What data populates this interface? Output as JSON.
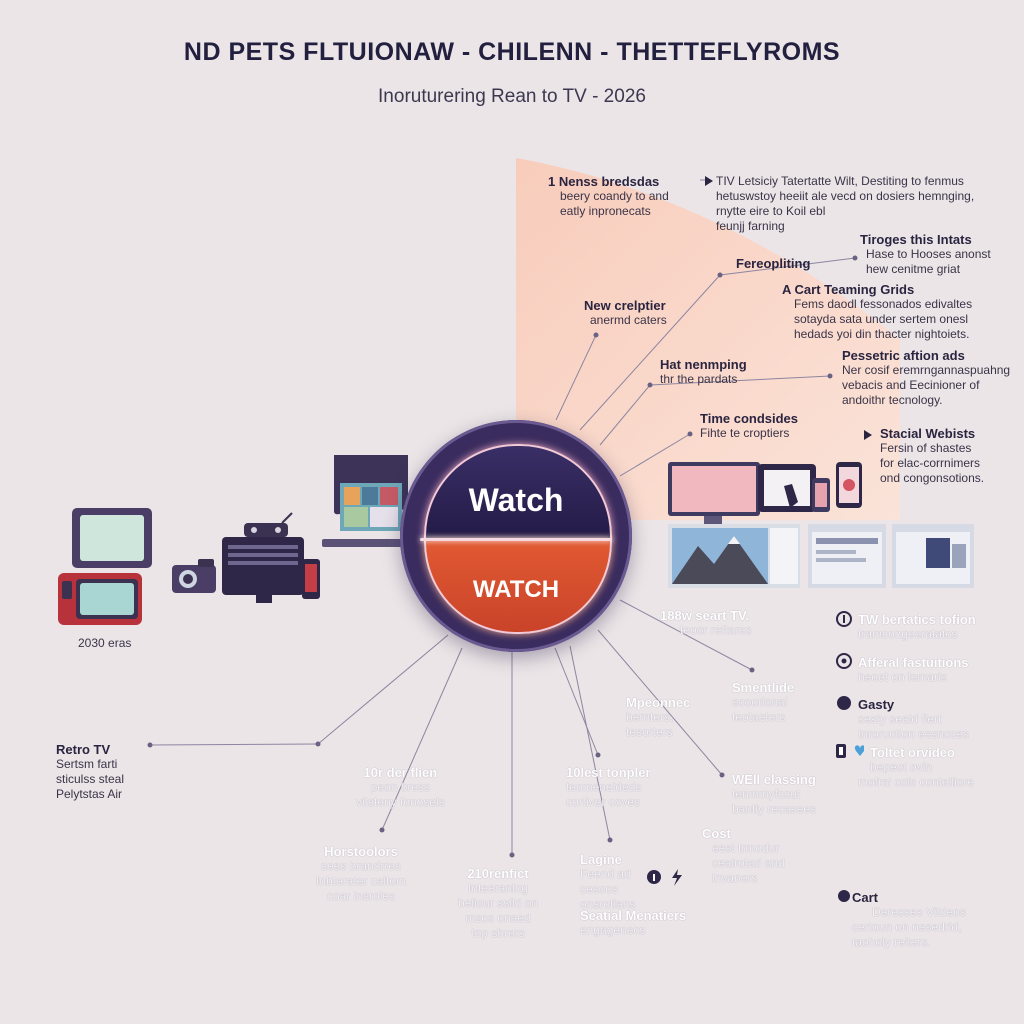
{
  "header": {
    "title": "ND PETS FLTUIONAW - CHILENN - THETTEFLYROMS",
    "subtitle": "Inoruturering Rean to TV - 2026"
  },
  "hub": {
    "top_label": "Watch",
    "bottom_label": "WATCH"
  },
  "upper_nodes": [
    {
      "title": "1 Nenss bredsdas",
      "body": [
        "beery coandy to and",
        "eatly inpronecats"
      ]
    },
    {
      "title": "TIV Letsiciy Tatertatte Wilt, Destiting to fenmus",
      "body": [
        "hetuswstoy heeiit ale vecd on dosiers hemnging,",
        "rnytte eire to Koil ebl",
        "feunjj farning"
      ]
    },
    {
      "title": "Tiroges this Intats",
      "body": [
        "Hase to Hooses anonst",
        "hew cenitme griat"
      ]
    },
    {
      "title": "Fereopliting",
      "body": []
    },
    {
      "title": "A Cart Teaming Grids",
      "body": [
        "Fems daodl fessonados edivaltes",
        "sotayda sata under sertem onesl",
        "hedads yoi din thacter nightoiets."
      ]
    },
    {
      "title": "New crelptier",
      "body": [
        "anermd caters"
      ]
    },
    {
      "title": "Hat nenmping",
      "body": [
        "thr the pardats"
      ]
    },
    {
      "title": "Pessetric aftion ads",
      "body": [
        "Ner cosif eremrngannaspuahng",
        "vebacis and Eecinioner of",
        "andoithr tecnology."
      ]
    },
    {
      "title": "Time condsides",
      "body": [
        "Fihte te croptiers"
      ]
    },
    {
      "title": "Stacial Webists",
      "body": [
        "Fersin of shastes",
        "for elac-corrnimers",
        "ond congonsotions."
      ]
    }
  ],
  "left_nodes": [
    {
      "title": "2030 eras",
      "body": []
    },
    {
      "title": "Retro TV",
      "body": [
        "Sertsm farti",
        "sticulss steal",
        "Pelytstas Air"
      ]
    }
  ],
  "lower_nodes": [
    {
      "title": "10r der flien",
      "body": [
        "peon bress",
        "vitsteny fonosels"
      ]
    },
    {
      "title": "Horstoolors",
      "body": [
        "sees brandrres",
        "Inbterater caltom",
        "coar insroles"
      ]
    },
    {
      "title": "210renfict",
      "body": [
        "Inteeraning",
        "beliour ssild on",
        "msos onaed",
        "top sbrers"
      ]
    },
    {
      "title": "10lest tonpler",
      "body": [
        "teomeneldeds",
        "cortiver coves"
      ]
    },
    {
      "title": "Lagine",
      "body": [
        "Feend ad",
        "cesoos",
        "onsrotians"
      ]
    },
    {
      "title": "Seatial Menatiers",
      "body": [
        "engagenecs"
      ]
    },
    {
      "title": "Mpeonnec",
      "body": [
        "bernters,",
        "tesorters"
      ]
    },
    {
      "title": "Smentlide",
      "body": [
        "ecoorional",
        "teotaeters"
      ]
    },
    {
      "title": "WEll elassing",
      "body": [
        "tenmmyfccut",
        "bantly recasees"
      ]
    },
    {
      "title": "Cost",
      "body": [
        "eest trmodur",
        "cealrotad and",
        "invaners"
      ]
    },
    {
      "title": "188w seart TV.",
      "body": [
        "teoor reftares"
      ]
    }
  ],
  "right_list": [
    {
      "title": "TW bertatics tofion",
      "body": [
        "tramcongeeratatcs"
      ]
    },
    {
      "title": "Afferal fastuitions",
      "body": [
        "heoet on lemaris"
      ]
    },
    {
      "title": "Gasty",
      "body": [
        "sesty seald flert",
        "Inroruction eesncces"
      ]
    },
    {
      "title": "Toltet orvideo",
      "body": [
        "bepeot ovin",
        "mofral cols contelliore"
      ]
    },
    {
      "title": "Cart",
      "body": [
        "Deresses Vitdeos",
        "certoun on nesedrid,",
        "taoholy reiters."
      ]
    }
  ],
  "colors": {
    "background": "#ebe5e7",
    "fan": "#f8d5c8",
    "hub_dark": "#2e2452",
    "hub_orange": "#d94e2e",
    "line": "#8d86a0"
  },
  "icons": [
    "crt-tv-icon",
    "retro-red-tv-icon",
    "camera-icon",
    "cabinet-tv-icon",
    "phone-icon",
    "laptop-icon",
    "desktop-monitor-icon",
    "tablet-touch-icon",
    "smartphone-icon",
    "mountain-photo-icon",
    "web-panel-icon"
  ]
}
